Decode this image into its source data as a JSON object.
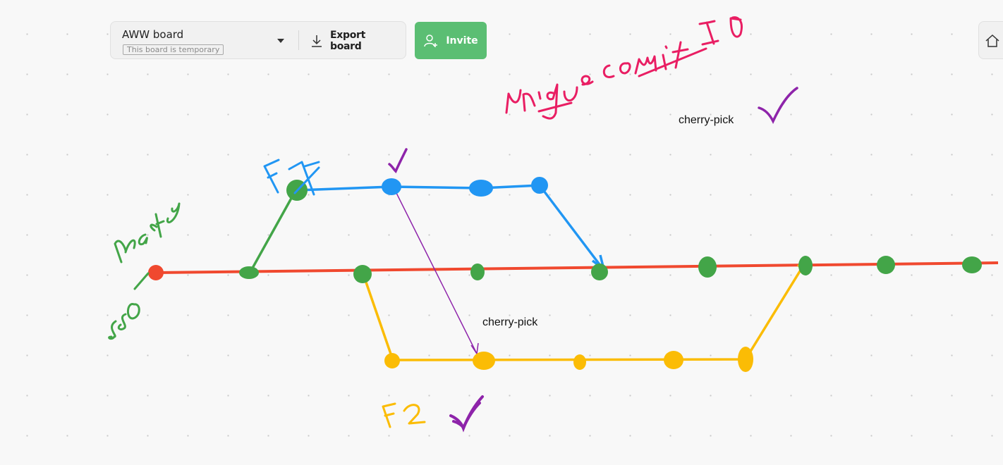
{
  "toolbar": {
    "board_name": "AWW board",
    "temporary_note": "This board is temporary",
    "export_label": "Export board",
    "invite_label": "Invite"
  },
  "canvas": {
    "text_labels": [
      "cherry-pick",
      "cherry-pick"
    ],
    "handwriting": {
      "f1": "F1",
      "f2": "F2",
      "main": "master",
      "sso": "SSO",
      "unique_commit_id": "unique commit ID"
    },
    "colors": {
      "main_line": "#f0492f",
      "commit_green": "#43a548",
      "f1_blue": "#2196f3",
      "f2_yellow": "#fbbc05",
      "cherry_pick_purple": "#8e24aa",
      "ink_pink": "#e91e63",
      "invite_green": "#5bbe73"
    }
  },
  "icons": {
    "dropdown": "chevron-down-icon",
    "export": "download-icon",
    "invite": "add-user-icon",
    "home": "home-icon"
  }
}
